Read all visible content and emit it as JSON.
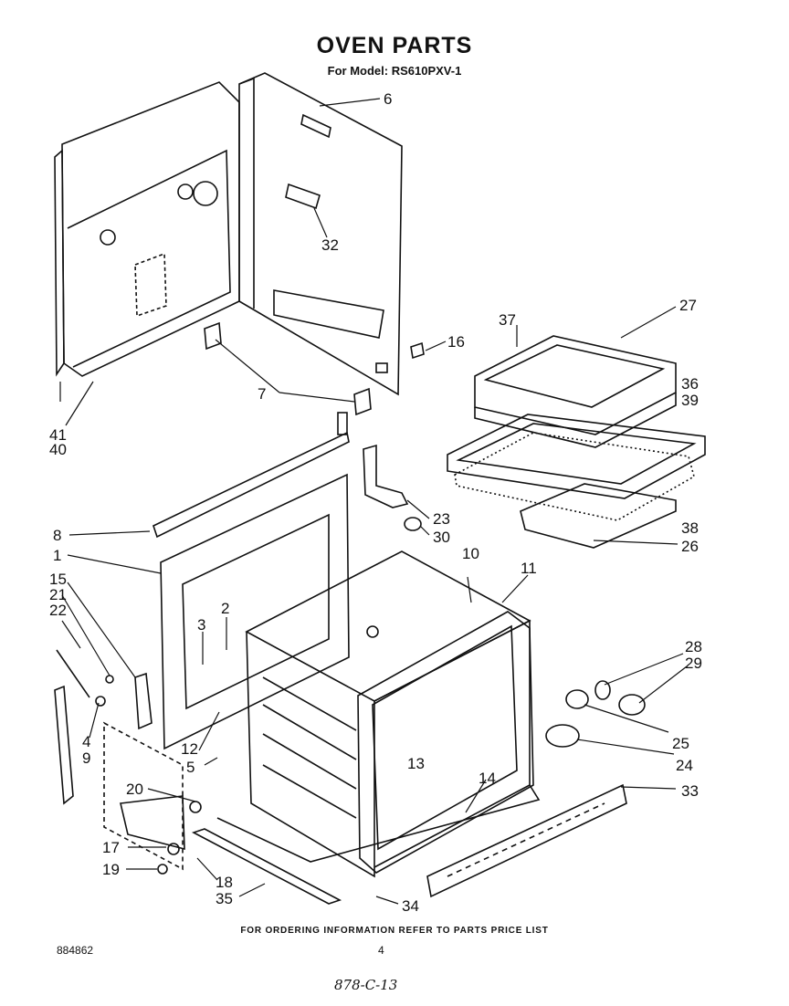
{
  "header": {
    "title": "OVEN PARTS",
    "subtitle": "For Model: RS610PXV-1"
  },
  "callouts": [
    "1",
    "2",
    "3",
    "4",
    "5",
    "6",
    "7",
    "8",
    "9",
    "10",
    "11",
    "12",
    "13",
    "14",
    "15",
    "16",
    "17",
    "18",
    "19",
    "20",
    "21",
    "22",
    "23",
    "24",
    "25",
    "26",
    "27",
    "28",
    "29",
    "30",
    "32",
    "33",
    "34",
    "35",
    "36",
    "37",
    "38",
    "39",
    "40",
    "41"
  ],
  "footer": {
    "ordering_note": "FOR ORDERING INFORMATION REFER TO PARTS PRICE LIST",
    "publication_number": "884862",
    "page_number": "4",
    "handwritten_note": "878-C-13"
  }
}
